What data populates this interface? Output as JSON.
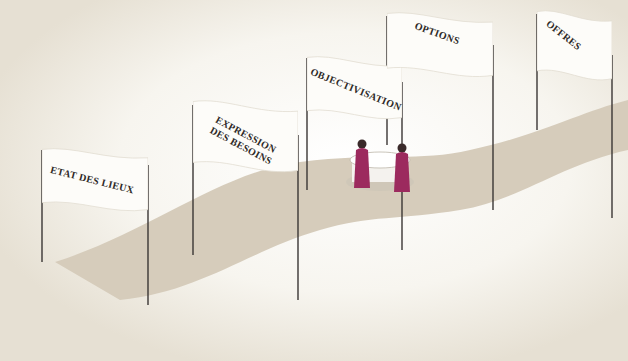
{
  "diagram": {
    "nodes": [
      {
        "text": [
          "ETAT DES LIEUX"
        ]
      },
      {
        "text": [
          "EXPRESSION DES BESOINS"
        ]
      },
      {
        "text": [
          "OBJECTIVISATION"
        ]
      },
      {
        "text": [
          "OPTIONS"
        ]
      },
      {
        "text": [
          "OFFRES"
        ]
      }
    ]
  }
}
